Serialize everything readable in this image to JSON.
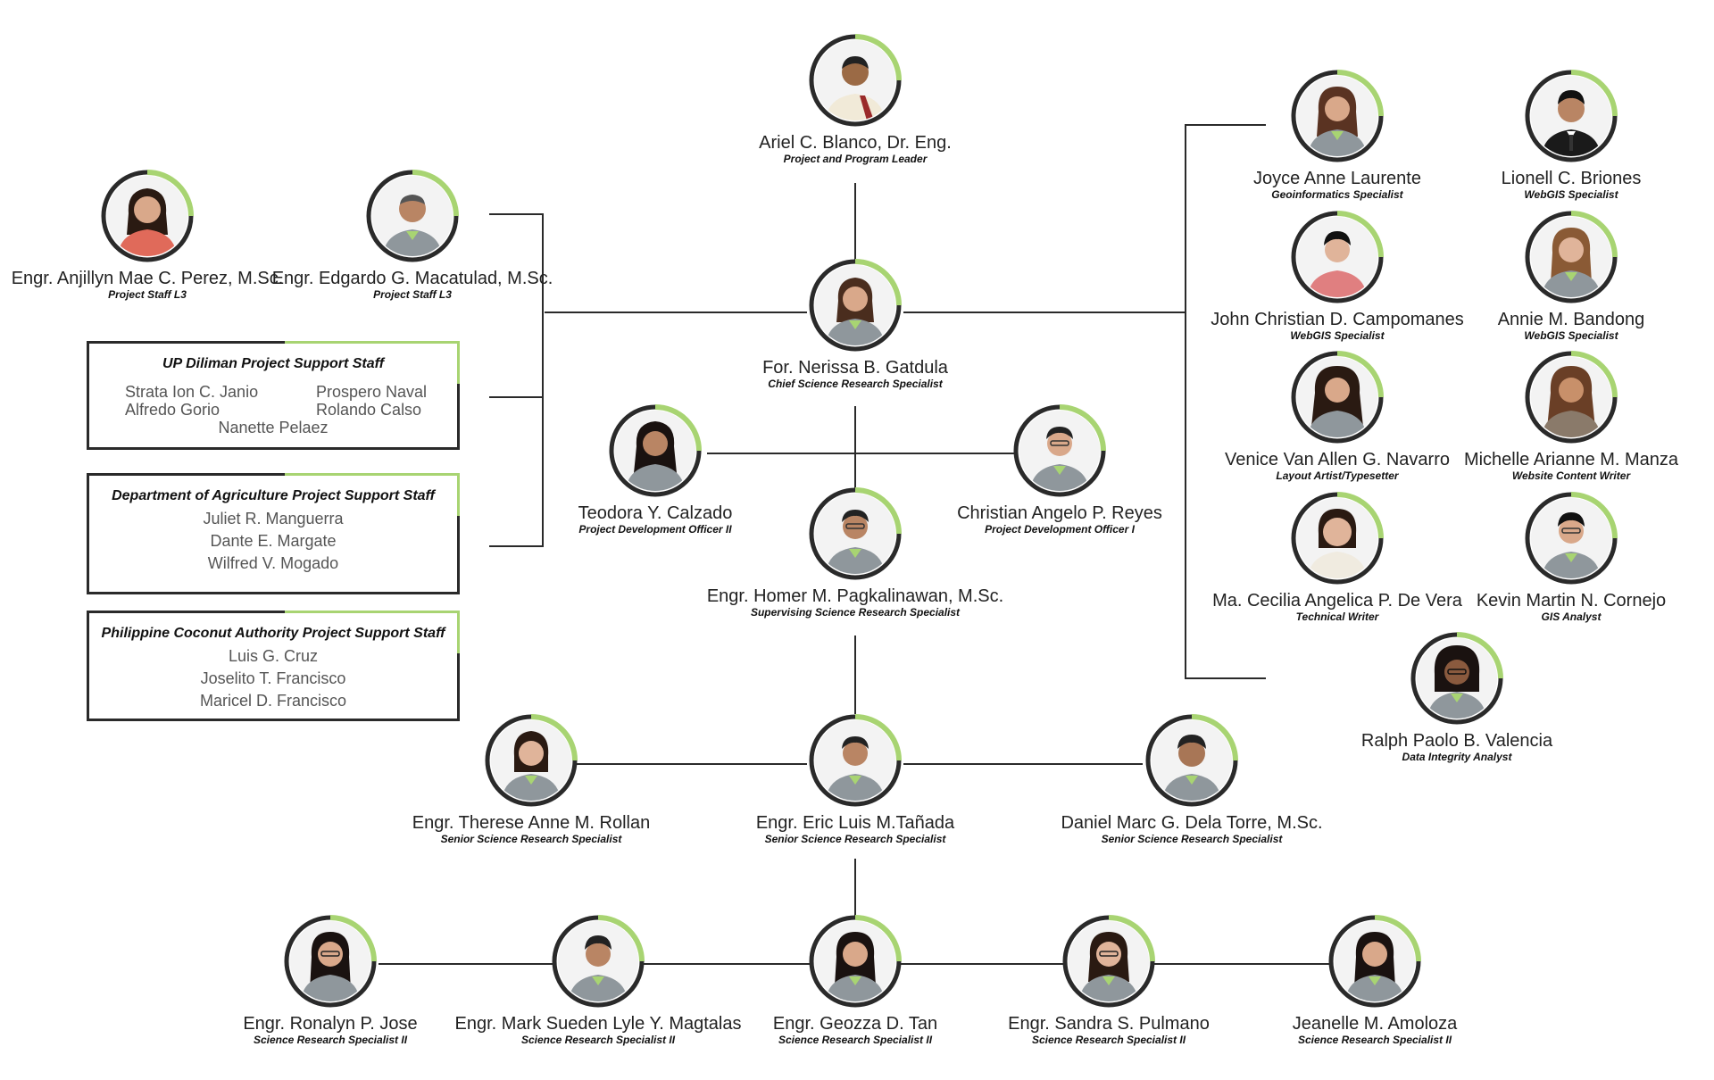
{
  "colors": {
    "accent": "#a8d472",
    "ring": "#2a2a2a",
    "line": "#2a2a2a",
    "shirt": "#8f979c"
  },
  "people": {
    "leader": {
      "name": "Ariel C. Blanco, Dr. Eng.",
      "role": "Project and Program Leader"
    },
    "chief": {
      "name": "For. Nerissa B. Gatdula",
      "role": "Chief Science Research Specialist"
    },
    "perez": {
      "name": "Engr. Anjillyn Mae C. Perez, M.Sc.",
      "role": "Project Staff L3"
    },
    "macatulad": {
      "name": "Engr. Edgardo G. Macatulad, M.Sc.",
      "role": "Project Staff L3"
    },
    "calzado": {
      "name": "Teodora Y. Calzado",
      "role": "Project Development Officer II"
    },
    "reyes": {
      "name": "Christian Angelo P. Reyes",
      "role": "Project Development Officer I"
    },
    "homer": {
      "name": "Engr. Homer M. Pagkalinawan, M.Sc.",
      "role": "Supervising Science Research Specialist"
    },
    "rollan": {
      "name": "Engr. Therese Anne M. Rollan",
      "role": "Senior Science Research Specialist"
    },
    "tanada": {
      "name": "Engr. Eric Luis M.Tañada",
      "role": "Senior Science Research Specialist"
    },
    "delatorre": {
      "name": "Daniel Marc G. Dela Torre, M.Sc.",
      "role": "Senior Science Research Specialist"
    },
    "jose": {
      "name": "Engr. Ronalyn P. Jose",
      "role": "Science Research Specialist II"
    },
    "magtalas": {
      "name": "Engr. Mark Sueden Lyle Y. Magtalas",
      "role": "Science Research Specialist II"
    },
    "tan": {
      "name": "Engr. Geozza D. Tan",
      "role": "Science Research Specialist II"
    },
    "pulmano": {
      "name": "Engr. Sandra S. Pulmano",
      "role": "Science Research Specialist II"
    },
    "amoloza": {
      "name": "Jeanelle M. Amoloza",
      "role": "Science Research Specialist II"
    },
    "laurente": {
      "name": "Joyce Anne Laurente",
      "role": "Geoinformatics Specialist"
    },
    "briones": {
      "name": "Lionell C. Briones",
      "role": "WebGIS Specialist"
    },
    "campomanes": {
      "name": "John Christian D. Campomanes",
      "role": "WebGIS Specialist"
    },
    "bandong": {
      "name": "Annie M. Bandong",
      "role": "WebGIS Specialist"
    },
    "navarro": {
      "name": "Venice Van Allen G. Navarro",
      "role": "Layout Artist/Typesetter"
    },
    "manza": {
      "name": "Michelle Arianne M. Manza",
      "role": "Website Content Writer"
    },
    "devera": {
      "name": "Ma. Cecilia Angelica P. De Vera",
      "role": "Technical Writer"
    },
    "cornejo": {
      "name": "Kevin Martin N. Cornejo",
      "role": "GIS Analyst"
    },
    "valencia": {
      "name": "Ralph Paolo B. Valencia",
      "role": "Data Integrity Analyst"
    }
  },
  "support": {
    "up": {
      "title": "UP Diliman Project Support Staff",
      "names": [
        "Strata Ion C. Janio",
        "Prospero Naval",
        "Alfredo Gorio",
        "Rolando Calso",
        "Nanette Pelaez"
      ]
    },
    "da": {
      "title": "Department of Agriculture Project Support Staff",
      "names": [
        "Juliet R. Manguerra",
        "Dante E. Margate",
        "Wilfred V. Mogado"
      ]
    },
    "pca": {
      "title": "Philippine Coconut Authority Project Support Staff",
      "names": [
        "Luis G. Cruz",
        "Joselito T. Francisco",
        "Maricel D. Francisco"
      ]
    }
  }
}
